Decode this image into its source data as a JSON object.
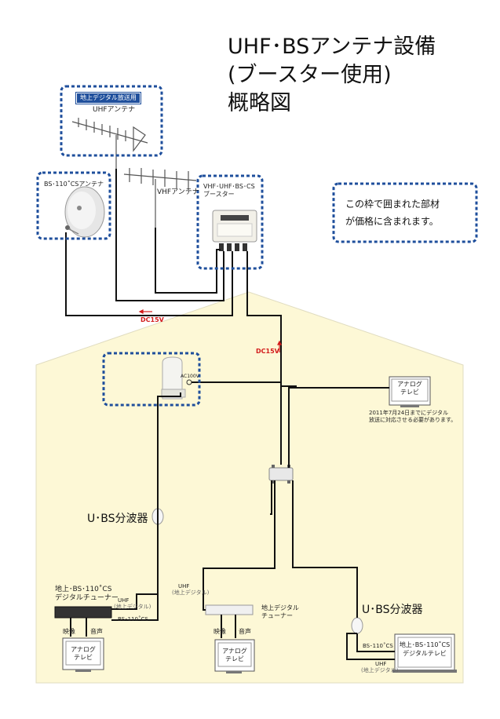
{
  "title": {
    "line1": "UHF･BSアンテナ設備",
    "line2": "(ブースター使用)",
    "line3": "概略図"
  },
  "labels": {
    "digital_broadcast_tag": "地上デジタル放送用",
    "uhf_antenna": "UHFアンテナ",
    "vhf_antenna": "VHFアンテナ",
    "bs_antenna": "BS･110˚CSアンテナ",
    "booster_line1": "VHF･UHF･BS･CS",
    "booster_line2": "ブースター",
    "dc15v_outside": "DC15V",
    "dc15v_inside": "DC15V",
    "ac100v": "AC100V",
    "splitter_left": "U･BS分波器",
    "splitter_right": "U･BS分波器",
    "note_line1": "この枠で囲まれた部材",
    "note_line2": "が価格に含まれます。",
    "tuner_left_line1": "地上･BS･110˚CS",
    "tuner_left_line2": "デジタルチューナー",
    "uhf_left": "UHF",
    "uhf_left_sub": "(地上デジタル)",
    "bscs_left": "BS･110˚CS",
    "video": "映像",
    "audio": "音声",
    "uhf_mid": "UHF",
    "uhf_mid_sub": "(地上デジタル)",
    "tuner_mid_line1": "地上デジタル",
    "tuner_mid_line2": "チューナー",
    "video_mid": "映像",
    "audio_mid": "音声",
    "bscs_right": "BS･110˚CS",
    "uhf_right": "UHF",
    "uhf_right_sub": "(地上デジタル)",
    "analog_note_line1": "2011年7月24日までにデジタル",
    "analog_note_line2": "放送に対応させる必要があります。"
  },
  "tvs": {
    "analog_top_line1": "アナログ",
    "analog_top_line2": "テレビ",
    "analog_left_line1": "アナログ",
    "analog_left_line2": "テレビ",
    "analog_mid_line1": "アナログ",
    "analog_mid_line2": "テレビ",
    "digital_right_line1": "地上･BS･110˚CS",
    "digital_right_line2": "デジタルテレビ"
  },
  "colors": {
    "house_fill": "#fdf8d6",
    "dashed_box": "#1f4f9c",
    "cable": "#111111",
    "dc_arrow": "#d21a1a"
  }
}
